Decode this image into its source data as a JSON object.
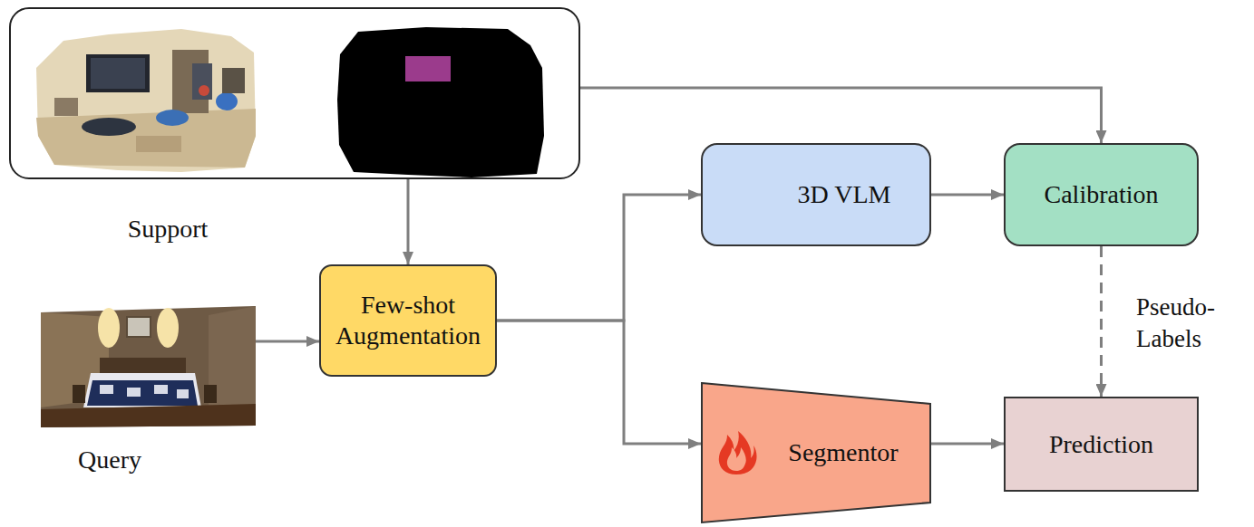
{
  "diagram": {
    "nodes": [
      {
        "text": [
          "Support"
        ]
      },
      {
        "text": [
          "Query"
        ]
      },
      {
        "text": [
          "Few-shot Augmentation"
        ]
      },
      {
        "text": [
          "3D VLM"
        ]
      },
      {
        "text": [
          "Calibration"
        ]
      },
      {
        "text": [
          "Segmentor"
        ]
      },
      {
        "text": [
          "Prediction"
        ]
      }
    ],
    "edges": [
      {
        "from": 0,
        "to": 2,
        "arrow": "to"
      },
      {
        "from": 1,
        "to": 2,
        "arrow": "to"
      },
      {
        "from": 0,
        "to": 4,
        "arrow": "to"
      },
      {
        "from": 2,
        "to": 3,
        "arrow": "to"
      },
      {
        "from": 2,
        "to": 5,
        "arrow": "to"
      },
      {
        "from": 3,
        "to": 4,
        "arrow": "to"
      },
      {
        "from": 4,
        "to": 6,
        "label": "Pseudo- Labels",
        "arrow": "to"
      },
      {
        "from": 5,
        "to": 6,
        "arrow": "to"
      }
    ]
  }
}
